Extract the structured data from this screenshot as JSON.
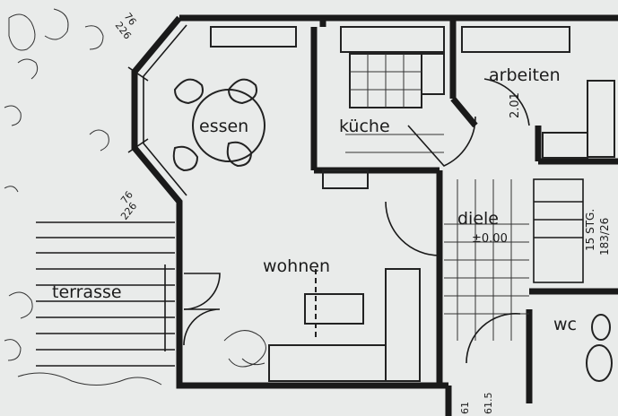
{
  "rooms": {
    "essen": "essen",
    "kueche": "küche",
    "arbeiten": "arbeiten",
    "wohnen": "wohnen",
    "terrasse": "terrasse",
    "diele": "diele",
    "wc": "wc"
  },
  "annotations": {
    "level": "±0.00",
    "stairs_count": "15 STG.",
    "stairs_ratio": "183/26",
    "dim_top_a": "76",
    "dim_top_b": "226",
    "dim_bay_a": "76",
    "dim_bay_b": "226",
    "dim_door_arbeiten": "2.01",
    "dim_bottom_a": "61",
    "dim_bottom_b": "61.5"
  },
  "colors": {
    "paper": "#e9ebea",
    "ink": "#1a1a1a"
  }
}
